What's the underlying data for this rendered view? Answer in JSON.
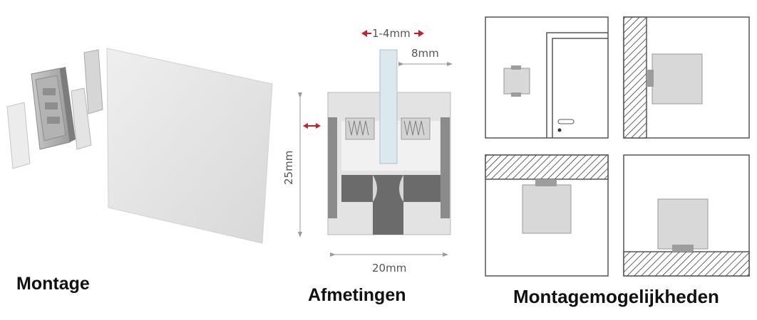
{
  "captions": {
    "montage": "Montage",
    "afmetingen": "Afmetingen",
    "montagemogelijkheden": "Montagemogelijkheden"
  },
  "dimensions": {
    "glass_gap": "1-4mm",
    "side": "8mm",
    "height": "25mm",
    "width": "20mm"
  },
  "colors": {
    "arrow_red": "#c8202a",
    "hatch": "#222222",
    "panel_fill": "#dcdcdc",
    "dark_part": "#6a6a6a",
    "glass": "#dbe9ee"
  }
}
